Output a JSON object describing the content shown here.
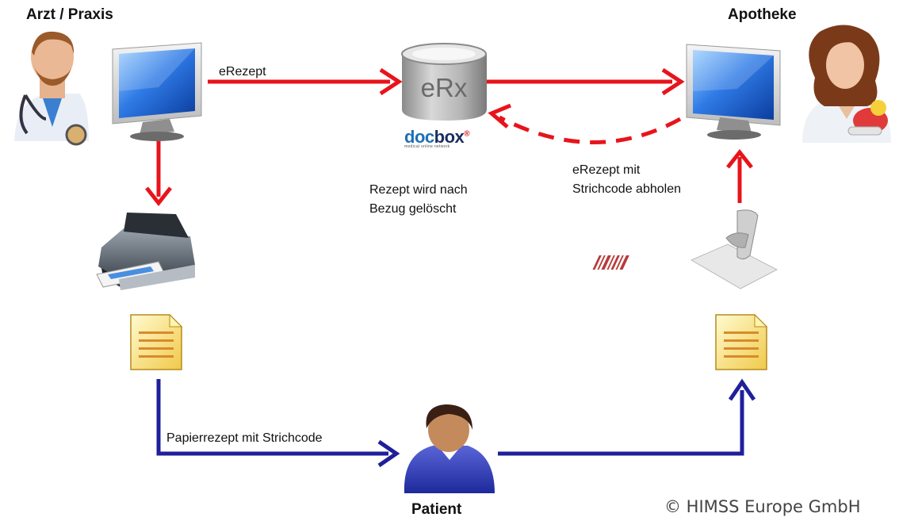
{
  "labels": {
    "arzt": "Arzt / Praxis",
    "apotheke": "Apotheke",
    "patient": "Patient",
    "erezept": "eRezept",
    "server": "eRx",
    "rezept_note_1": "Rezept wird nach",
    "rezept_note_2": "Bezug gelöscht",
    "abholen_1": "eRezept mit",
    "abholen_2": "Strichcode abholen",
    "papier": "Papierrezept mit Strichcode",
    "copyright": "© HIMSS Europe GmbH"
  },
  "logo": {
    "doc": "doc",
    "box": "box",
    "reg": "®",
    "tagline": "medical online network"
  },
  "colors": {
    "electronic_flow": "#e8141b",
    "paper_flow": "#1f1f9c",
    "logo_blue": "#1f6fb5",
    "logo_navy": "#1a2f5e"
  }
}
